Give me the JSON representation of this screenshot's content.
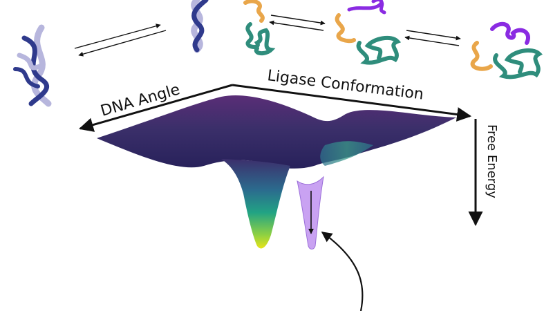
{
  "labels": {
    "dna_angle": "DNA Angle",
    "ligase_conformation": "Ligase Conformation",
    "free_energy": "Free Energy"
  },
  "icons": {
    "dna_bent": "dna-bent-helix-icon",
    "dna_straight": "dna-straight-helix-icon",
    "ligase_open": "ligase-open-icon",
    "ligase_intermediate": "ligase-intermediate-icon",
    "ligase_closed": "ligase-closed-icon"
  },
  "colors": {
    "dna_light": "#b7b6dd",
    "dna_dark": "#2f3a8c",
    "ligase_orange": "#e9a64a",
    "ligase_teal": "#2f8d7c",
    "ligase_purple": "#8a2be2",
    "surface_top": "#4a2a6e",
    "surface_mid": "#2a8f8a",
    "surface_low": "#d8e21a",
    "highlight_well": "#c9a2f2",
    "arrow": "#111111"
  }
}
